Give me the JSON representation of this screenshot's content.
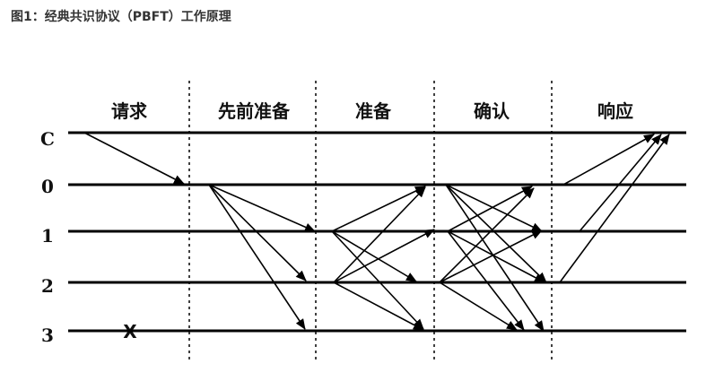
{
  "caption": "图1：经典共识协议（PBFT）工作原理",
  "phases": [
    "请求",
    "先前准备",
    "准备",
    "确认",
    "响应"
  ],
  "nodes": [
    "C",
    "0",
    "1",
    "2",
    "3"
  ],
  "faulty_mark": "X",
  "colors": {
    "line": "#000000",
    "text": "#111111",
    "caption": "#333333"
  }
}
